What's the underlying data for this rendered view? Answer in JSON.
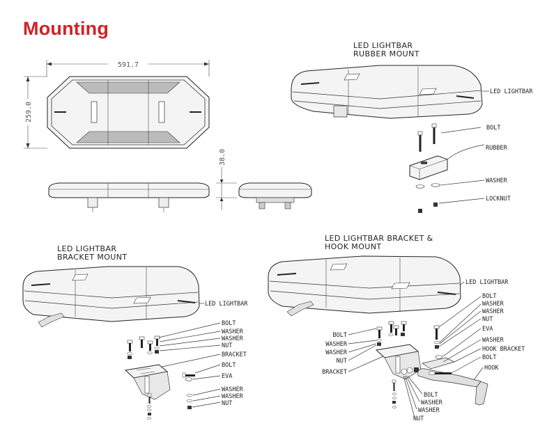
{
  "title": "Mounting",
  "colors": {
    "title": "#d32027",
    "lines": "#222222"
  },
  "dimensions": {
    "length": "591.7",
    "width": "259.0",
    "height": "38.0"
  },
  "rubber_mount": {
    "heading_line1": "LED LIGHTBAR",
    "heading_line2": "RUBBER MOUNT",
    "labels": [
      "LED LIGHTBAR",
      "BOLT",
      "RUBBER",
      "WASHER",
      "LOCKNUT"
    ]
  },
  "bracket_mount": {
    "heading_line1": "LED LIGHTBAR",
    "heading_line2": "BRACKET MOUNT",
    "labels": [
      "LED LIGHTBAR",
      "BOLT",
      "WASHER",
      "WASHER",
      "NUT",
      "BRACKET",
      "BOLT",
      "EVA",
      "WASHER",
      "WASHER",
      "NUT"
    ]
  },
  "hook_mount": {
    "heading_line1": "LED LIGHTBAR BRACKET &",
    "heading_line2": "HOOK MOUNT",
    "labels_right": [
      "LED LIGHTBAR",
      "BOLT",
      "WASHER",
      "WASHER",
      "NUT",
      "EVA",
      "WASHER",
      "HOOK BRACKET",
      "BOLT",
      "HOOK"
    ],
    "labels_left": [
      "BOLT",
      "WASHER",
      "WASHER",
      "NUT",
      "BRACKET"
    ],
    "labels_bottom": [
      "BOLT",
      "WASHER",
      "WASHER",
      "NUT"
    ]
  }
}
